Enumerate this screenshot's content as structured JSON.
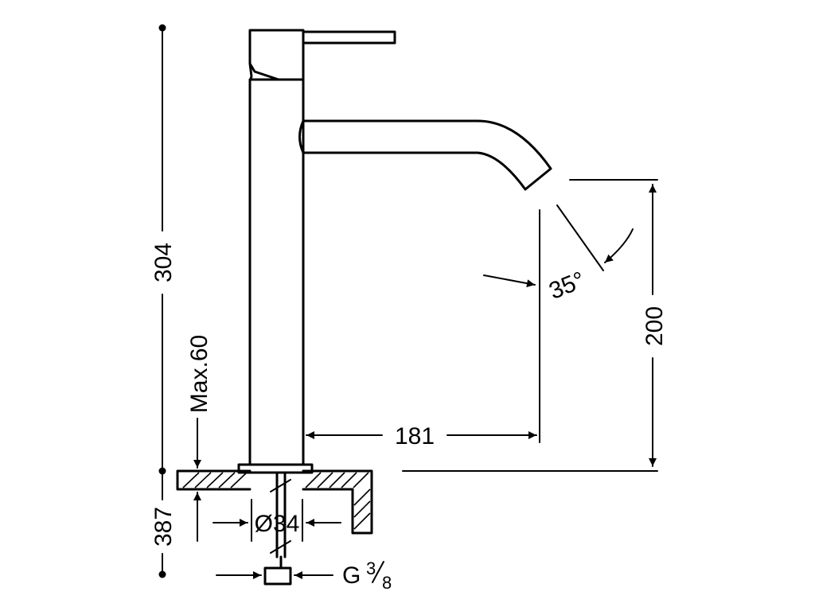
{
  "dimensions": {
    "total_height": "304",
    "overall_height": "387",
    "max_deck": "Max.60",
    "reach": "181",
    "spout_height": "200",
    "spout_angle": "35°",
    "hole_diameter": "Ø34",
    "thread_prefix": "G",
    "thread_numerator": "3",
    "thread_denominator": "8"
  },
  "colors": {
    "line": "#000000",
    "background": "#ffffff"
  }
}
